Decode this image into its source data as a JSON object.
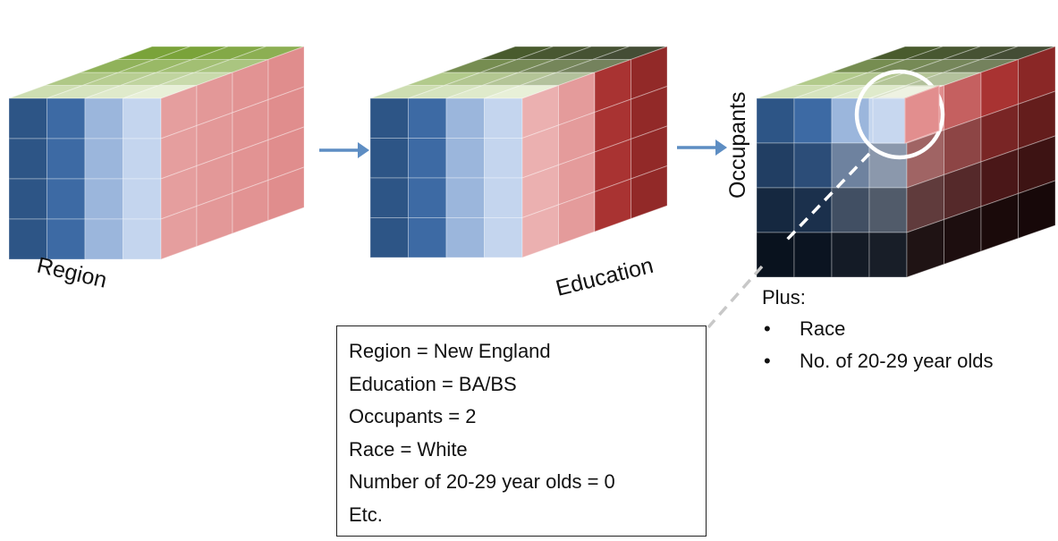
{
  "cubes": [
    {
      "label": "Region"
    },
    {
      "label": "Education"
    },
    {
      "label": "Occupants"
    }
  ],
  "plus": {
    "title": "Plus:",
    "items": [
      "Race",
      "No. of 20-29 year olds"
    ]
  },
  "detail_box": {
    "lines": [
      "Region = New England",
      "Education = BA/BS",
      "Occupants = 2",
      "Race = White",
      "Number of 20-29 year olds = 0",
      "Etc."
    ]
  },
  "colors": {
    "region_dark_blue": "#2d5586",
    "region_mid_blue": "#3d6aa4",
    "region_light_blue": "#9bb6dc",
    "region_pale_blue": "#c4d5ee",
    "region_pink": "#e08d8d",
    "education_pale_pink": "#ebb0b0",
    "education_dark_red": "#a93332",
    "top_green": "#7aa33a",
    "top_pale": "#e8f0d8",
    "arrow": "#5d8dc3",
    "highlight_circle": "#ffffff"
  }
}
